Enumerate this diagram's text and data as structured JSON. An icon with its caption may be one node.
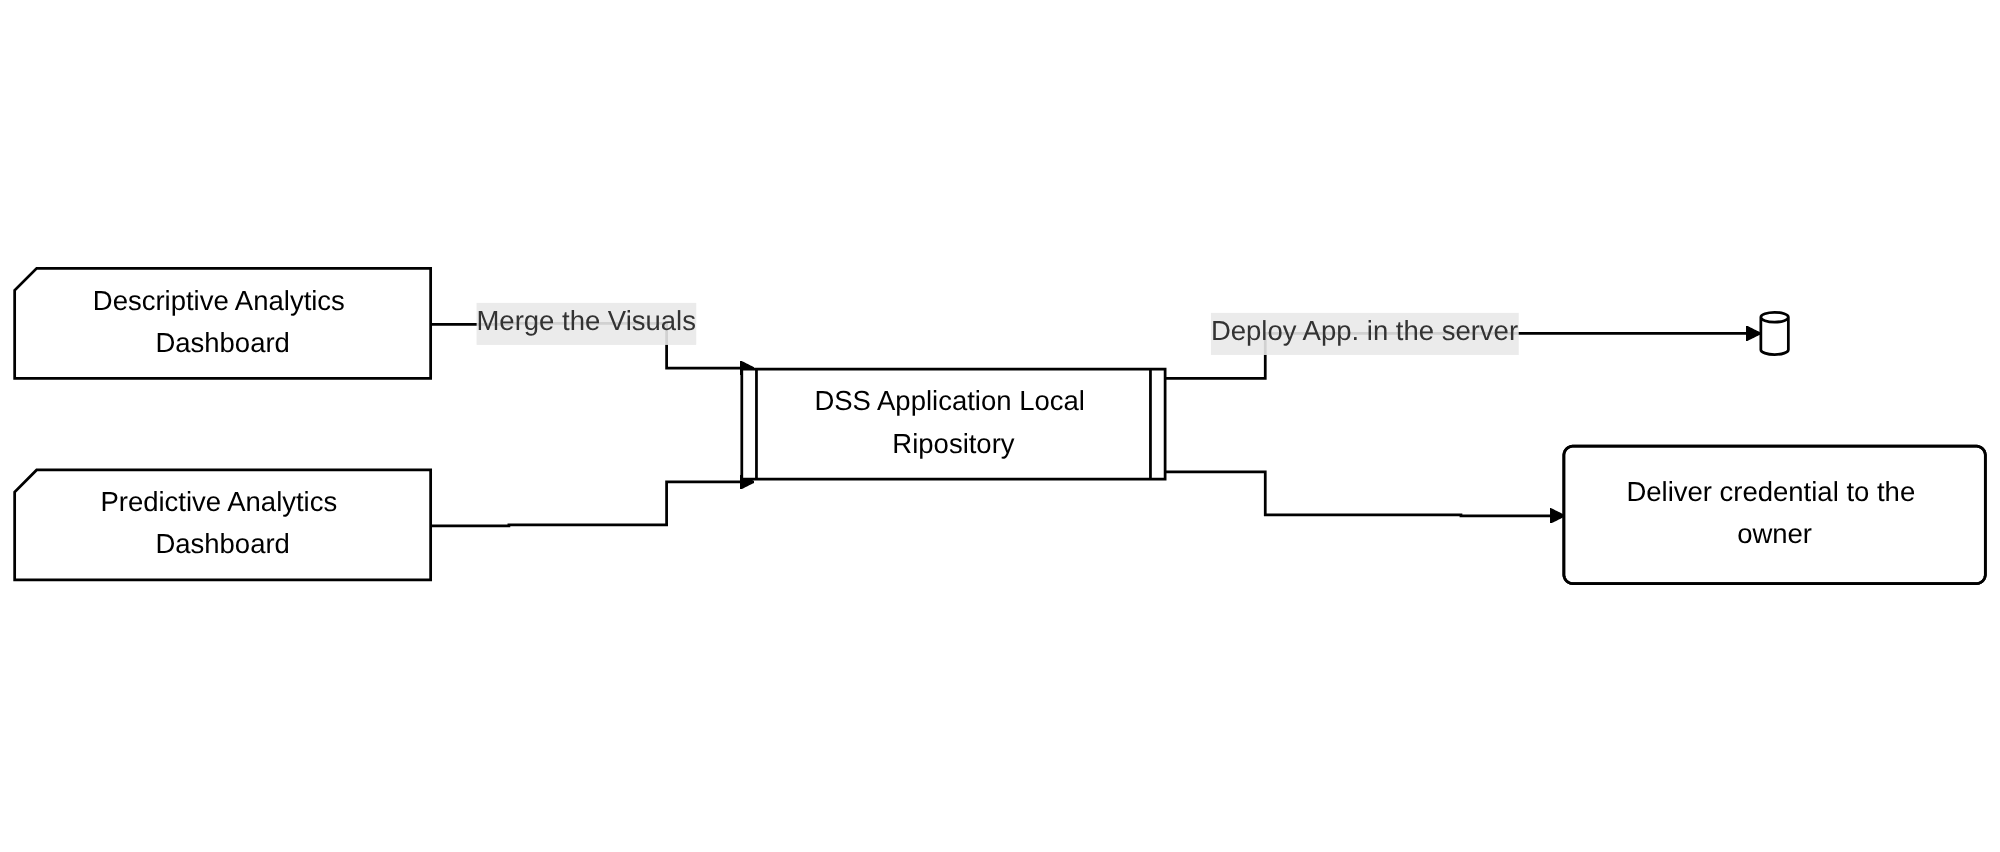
{
  "diagram": {
    "nodes": [
      {
        "text": [
          "Descriptive Analytics Dashboard"
        ]
      },
      {
        "text": [
          "Predictive Analytics Dashboard"
        ]
      },
      {
        "text": [
          "DSS Application Local Ripository"
        ]
      },
      {
        "text": [],
        "shape": "cylinder"
      },
      {
        "text": [
          "Deliver credential to the owner"
        ]
      }
    ],
    "edges": [
      {
        "from": 0,
        "to": 2,
        "arrow": "to",
        "label": "Merge the Visuals"
      },
      {
        "from": 1,
        "to": 2,
        "arrow": "to"
      },
      {
        "from": 2,
        "to": 3,
        "arrow": "to",
        "label": "Deploy App. in the server"
      },
      {
        "from": 2,
        "to": 4,
        "arrow": "to"
      }
    ]
  }
}
